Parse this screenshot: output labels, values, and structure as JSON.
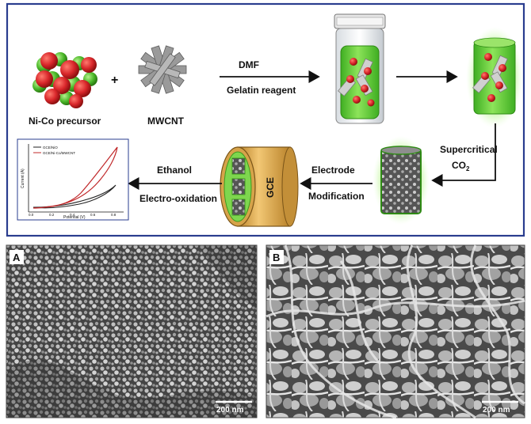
{
  "scheme": {
    "labels": {
      "precursor": "Ni-Co precursor",
      "plus": "+",
      "mwcnt": "MWCNT",
      "step1_line1": "DMF",
      "step1_line2": "Gelatin reagent",
      "step2_line1": "Supercritical",
      "step2_line2_main": "CO",
      "step2_line2_sub": "2",
      "step3_line1": "Electrode",
      "step3_line2": "Modification",
      "electrode": "GCE",
      "step4_line1": "Ethanol",
      "step4_line2": "Electro-oxidation"
    },
    "inset_plot": {
      "ylabel": "Current (A)",
      "xlabel": "Potential (V)",
      "xticks": [
        "0.0",
        "0.2",
        "0.4",
        "0.6",
        "0.8"
      ],
      "legend": [
        "GCE/NiO",
        "GCE/Ni-Co/MWCNT"
      ],
      "colors": [
        "#222222",
        "#c0282a"
      ]
    }
  },
  "micrographs": [
    {
      "label": "A",
      "scale_bar": "200 nm"
    },
    {
      "label": "B",
      "scale_bar": "200 nm"
    }
  ],
  "colors": {
    "frame": "#2a3d8f",
    "green": "#5fcf3a",
    "red": "#d8262a",
    "gold": "#d9a53a"
  }
}
